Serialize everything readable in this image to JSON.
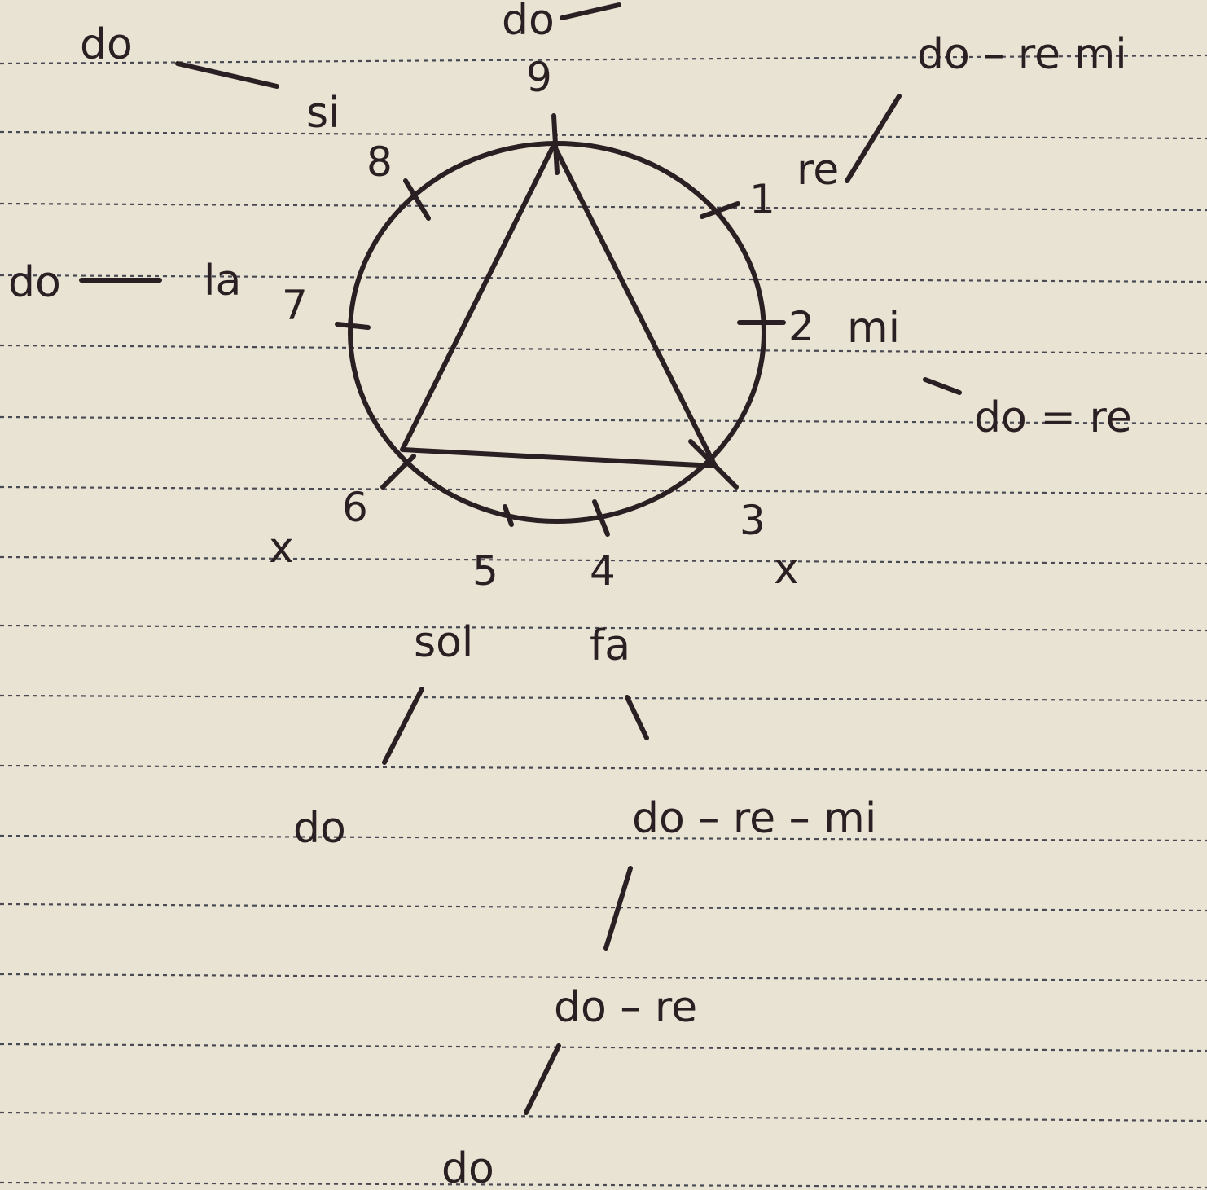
{
  "ink_color": "#2a1f22",
  "paper_color": "#e9e3d3",
  "rule_color": "#4a4a55",
  "numbers": [
    "9",
    "1",
    "2",
    "3",
    "4",
    "5",
    "6",
    "7",
    "8"
  ],
  "notes": {
    "top": "do",
    "upper_left_do": "do",
    "si": "si",
    "re": "re",
    "upper_right": "do – re mi",
    "la_do": "do",
    "la": "la",
    "mi": "mi",
    "do_re_right": "do = re",
    "sol": "sol",
    "fa": "fa",
    "do_under_sol": "do",
    "do_re_mi": "do – re – mi",
    "do_re_lower": "do – re",
    "do_bottom": "do"
  },
  "marks": {
    "x_left": "x",
    "x_right": "x"
  }
}
